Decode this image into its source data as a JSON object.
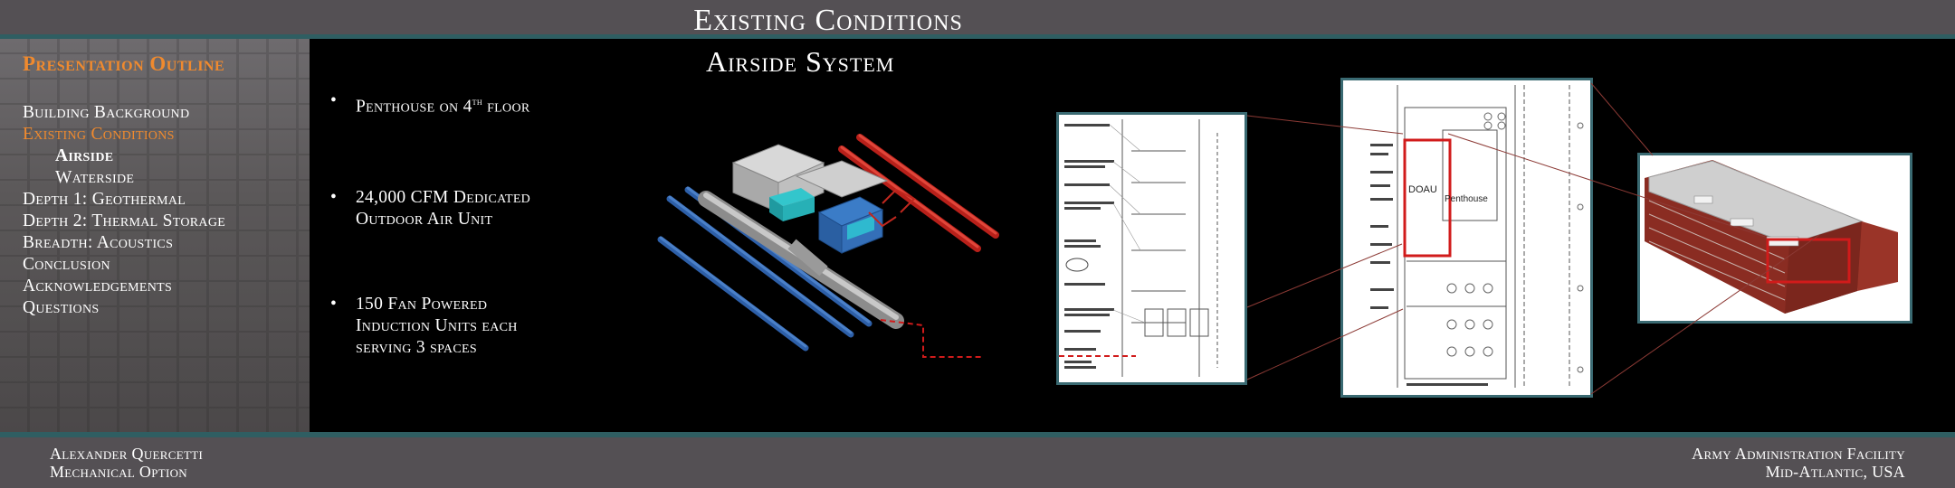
{
  "header": {
    "title": "Existing Conditions"
  },
  "sidebar": {
    "title": "Presentation Outline",
    "items": [
      {
        "label": "Building Background"
      },
      {
        "label": "Existing Conditions"
      },
      {
        "label": "Airside"
      },
      {
        "label": "Waterside"
      },
      {
        "label": "Depth 1: Geothermal"
      },
      {
        "label": "Depth 2: Thermal Storage"
      },
      {
        "label": "Breadth: Acoustics"
      },
      {
        "label": "Conclusion"
      },
      {
        "label": "Acknowledgements"
      },
      {
        "label": "Questions"
      }
    ]
  },
  "slide": {
    "subtitle": "Airside System",
    "bullets": [
      {
        "text_before": "Penthouse on 4",
        "superscript": "th",
        "text_after": " floor"
      },
      {
        "line1": "24,000 CFM Dedicated",
        "line2": "Outdoor Air Unit"
      },
      {
        "line1": "150 Fan Powered",
        "line2": "Induction Units each",
        "line3": "serving 3 spaces"
      }
    ],
    "bullet_char": "•",
    "plan_labels": {
      "doau": "DOAU",
      "penthouse": "Penthouse"
    }
  },
  "footer": {
    "left_line1": "Alexander Quercetti",
    "left_line2": "Mechanical Option",
    "right_line1": "Army Administration Facility",
    "right_line2": "Mid-Atlantic, USA"
  },
  "colors": {
    "accent_orange": "#f08a2e",
    "bar_gray": "#545054",
    "teal_line": "#2f5e62",
    "highlight_red": "#d11b1b"
  }
}
